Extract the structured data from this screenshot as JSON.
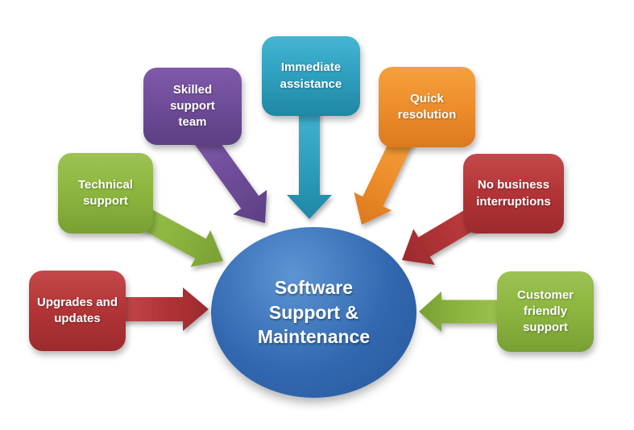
{
  "center": {
    "label": "Software Support & Maintenance",
    "label_multiline": "Software\nSupport &\nMaintenance",
    "color": "blue"
  },
  "nodes": [
    {
      "id": "upgrades-and-updates",
      "label": "Upgrades and\nupdates",
      "color": "red"
    },
    {
      "id": "technical-support",
      "label": "Technical\nsupport",
      "color": "green"
    },
    {
      "id": "skilled-support-team",
      "label": "Skilled support\nteam",
      "color": "purple"
    },
    {
      "id": "immediate-assistance",
      "label": "Immediate\nassistance",
      "color": "teal"
    },
    {
      "id": "quick-resolution",
      "label": "Quick\nresolution",
      "color": "orange"
    },
    {
      "id": "no-business-interruptions",
      "label": "No business\ninterruptions",
      "color": "red"
    },
    {
      "id": "customer-friendly-support",
      "label": "Customer\nfriendly\nsupport",
      "color": "green"
    }
  ],
  "colors": {
    "red": {
      "light": "#C5494B",
      "base": "#B23437",
      "dark": "#9C2A2D"
    },
    "green": {
      "light": "#9DC253",
      "base": "#8CB63F",
      "dark": "#79A033"
    },
    "purple": {
      "light": "#8059AA",
      "base": "#6F4D99",
      "dark": "#5C3F83"
    },
    "teal": {
      "light": "#45B5D3",
      "base": "#2FA0BF",
      "dark": "#1F87A5"
    },
    "orange": {
      "light": "#F5A03D",
      "base": "#EE8E2C",
      "dark": "#DC791E"
    },
    "blue": {
      "light": "#5C95D4",
      "base": "#3268B0",
      "dark": "#27589B"
    }
  }
}
